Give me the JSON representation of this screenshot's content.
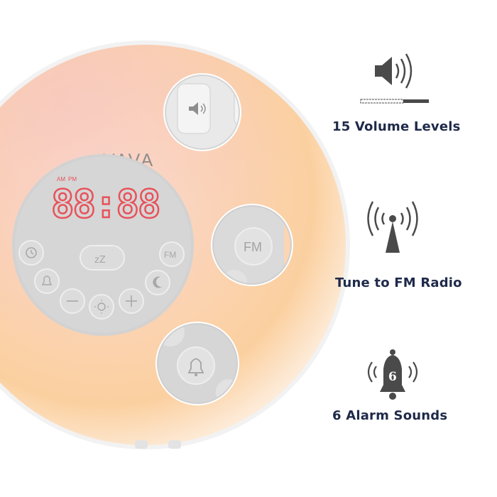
{
  "product": {
    "brand": "VAVA",
    "display": {
      "am_label": "AM",
      "pm_label": "PM",
      "digits": "88:88"
    },
    "buttons": {
      "fm": "FM",
      "callout_fm": "FM"
    }
  },
  "features": [
    {
      "icon": "speaker-volume-icon",
      "label": "15 Volume Levels"
    },
    {
      "icon": "radio-tower-icon",
      "label": "Tune to FM Radio"
    },
    {
      "icon": "alarm-bell-icon",
      "label": "6 Alarm Sounds",
      "badge": "6"
    }
  ],
  "colors": {
    "label_navy": "#1f2a4a",
    "display_red": "#e8525a",
    "lamp_glow": "#f9c9a0"
  }
}
